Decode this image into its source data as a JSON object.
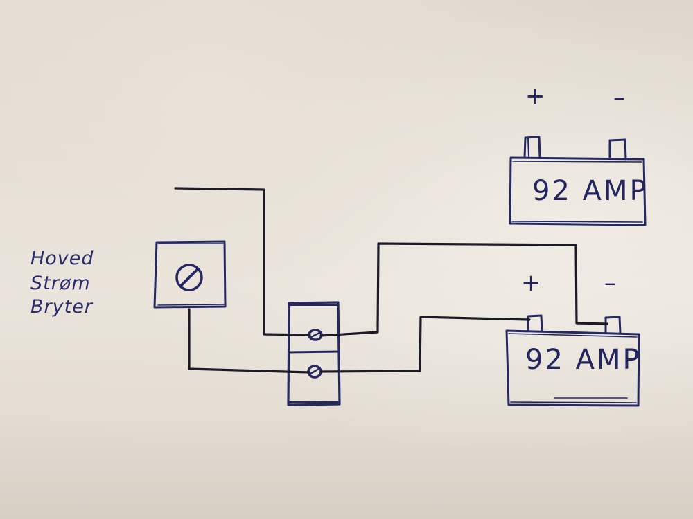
{
  "switch": {
    "label_lines": [
      "Hoved",
      "Strøm",
      "Bryter"
    ]
  },
  "battery_top": {
    "label": "92 AMP",
    "plus": "+",
    "minus": "–"
  },
  "battery_bottom": {
    "label": "92 AMP",
    "plus": "+",
    "minus": "–"
  },
  "colors": {
    "ink": "#262862",
    "wire": "#1c1c28",
    "paper": "#e4ded4"
  }
}
